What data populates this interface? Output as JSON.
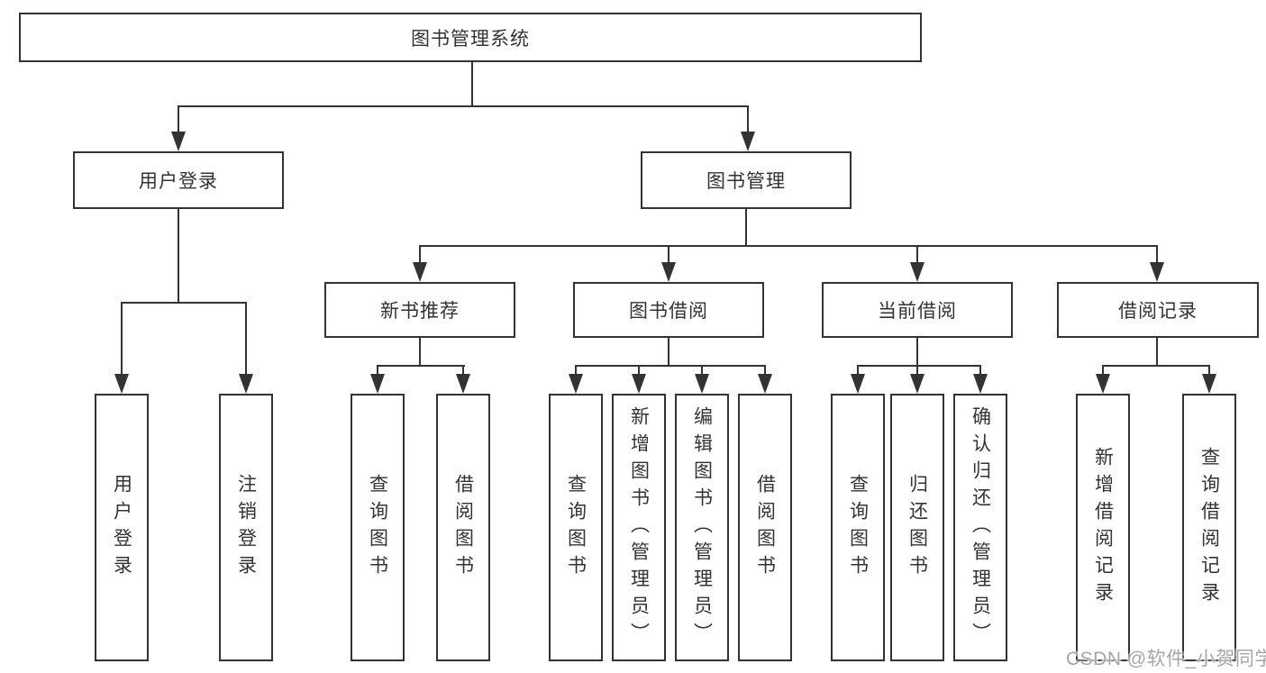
{
  "colors": {
    "line": "#333333",
    "text": "#333333",
    "watermark": "#a6a6a6",
    "background": "#ffffff"
  },
  "watermark": "CSDN @软件_小贺同学",
  "tree": {
    "root": "图书管理系统",
    "children": [
      {
        "label": "用户登录",
        "children": [
          "用户登录",
          "注销登录"
        ]
      },
      {
        "label": "图书管理",
        "children": [
          {
            "label": "新书推荐",
            "children": [
              "查询图书",
              "借阅图书"
            ]
          },
          {
            "label": "图书借阅",
            "children": [
              "查询图书",
              "新增图书（管理员）",
              "编辑图书（管理员）",
              "借阅图书"
            ]
          },
          {
            "label": "当前借阅",
            "children": [
              "查询图书",
              "归还图书",
              "确认归还（管理员）"
            ]
          },
          {
            "label": "借阅记录",
            "children": [
              "新增借阅记录",
              "查询借阅记录"
            ]
          }
        ]
      }
    ]
  }
}
